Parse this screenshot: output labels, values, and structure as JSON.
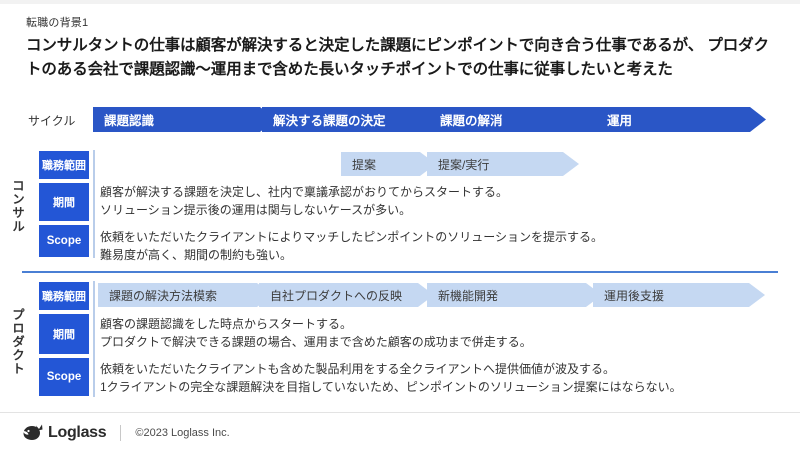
{
  "slide": {
    "eyebrow": "転職の背景1",
    "headline": "コンサルタントの仕事は顧客が解決すると決定した課題にピンポイントで向き合う仕事であるが、 プロダクトのある会社で課題認識〜運用まで含めた長いタッチポイントでの仕事に従事したいと考えた"
  },
  "cycle": {
    "label": "サイクル",
    "steps": [
      {
        "label": "課題認識"
      },
      {
        "label": "解決する課題の決定"
      },
      {
        "label": "課題の解消"
      },
      {
        "label": "運用"
      }
    ]
  },
  "consultant": {
    "vertical_label": "コンサル",
    "tags": [
      {
        "label": "職務範囲"
      },
      {
        "label": "期間"
      },
      {
        "label": "Scope"
      }
    ],
    "scope_arrows": [
      {
        "label": "提案"
      },
      {
        "label": "提案/実行"
      }
    ],
    "period_text": "顧客が解決する課題を決定し、社内で稟議承認がおりてからスタートする。\nソリューション提示後の運用は関与しないケースが多い。",
    "scope_text": "依頼をいただいたクライアントによりマッチしたピンポイントのソリューションを提示する。\n難易度が高く、期間の制約も強い。"
  },
  "product": {
    "vertical_label": "プロダクト",
    "tags": [
      {
        "label": "職務範囲"
      },
      {
        "label": "期間"
      },
      {
        "label": "Scope"
      }
    ],
    "scope_arrows": [
      {
        "label": "課題の解決方法模索"
      },
      {
        "label": "自社プロダクトへの反映"
      },
      {
        "label": "新機能開発"
      },
      {
        "label": "運用後支援"
      }
    ],
    "period_text": "顧客の課題認識をした時点からスタートする。\nプロダクトで解決できる課題の場合、運用まで含めた顧客の成功まで併走する。",
    "scope_text": "依頼をいただいたクライアントも含めた製品利用をする全クライアントへ提供価値が波及する。\n1クライアントの完全な課題解決を目指していないため、ピンポイントのソリューション提案にはならない。"
  },
  "footer": {
    "brand": "Loglass",
    "copyright": "©2023 Loglass Inc."
  },
  "colors": {
    "arrow_dark": "#2a56c6",
    "arrow_light": "#c5d8f2",
    "tag_blue": "#2356d6",
    "divider": "#4a7fd4"
  }
}
